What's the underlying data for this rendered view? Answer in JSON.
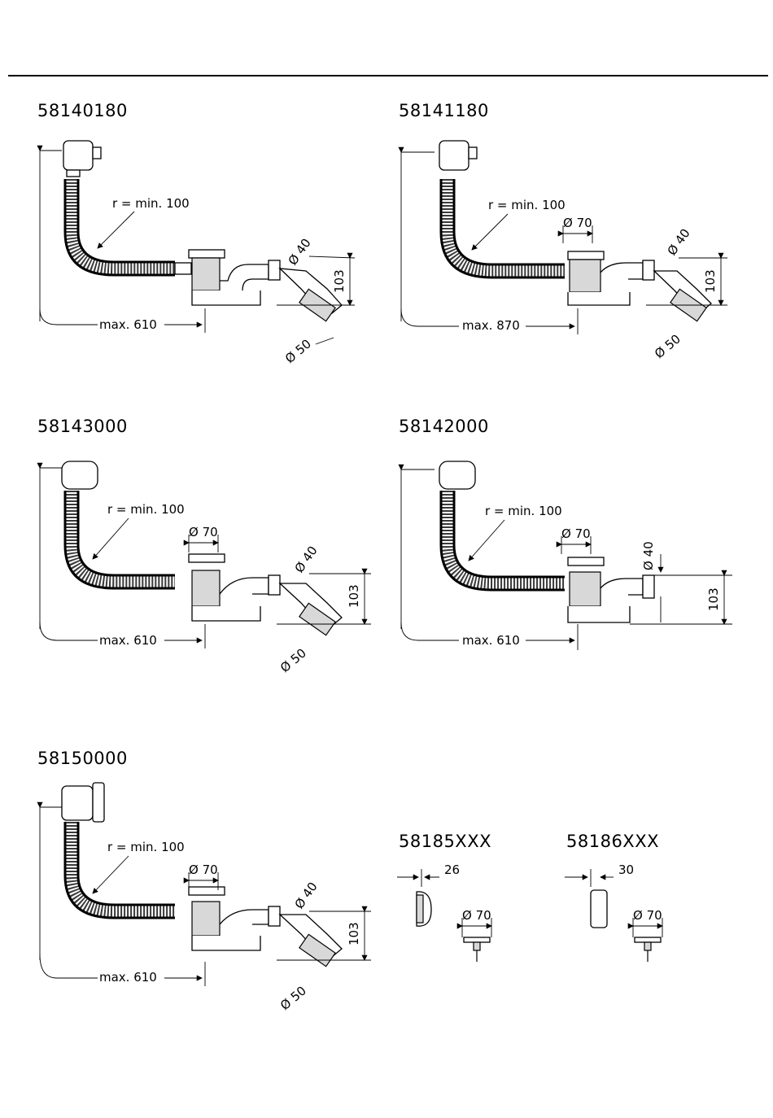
{
  "panels": [
    {
      "code": "58140180",
      "radius": "r = min. 100",
      "max": "max. 610",
      "d40": "Ø 40",
      "d50": "Ø 50",
      "h103": "103"
    },
    {
      "code": "58141180",
      "radius": "r = min. 100",
      "max": "max. 870",
      "d70": "Ø 70",
      "d40": "Ø 40",
      "d50": "Ø 50",
      "h103": "103"
    },
    {
      "code": "58143000",
      "radius": "r = min. 100",
      "max": "max. 610",
      "d70": "Ø 70",
      "d40": "Ø 40",
      "d50": "Ø 50",
      "h103": "103"
    },
    {
      "code": "58142000",
      "radius": "r = min. 100",
      "max": "max. 610",
      "d70": "Ø 70",
      "d40": "Ø 40",
      "h103": "103"
    },
    {
      "code": "58150000",
      "radius": "r = min. 100",
      "max": "max. 610",
      "d70": "Ø 70",
      "d40": "Ø 40",
      "d50": "Ø 50",
      "h103": "103"
    }
  ],
  "accessories": [
    {
      "code": "58185XXX",
      "width": "26",
      "d70": "Ø 70"
    },
    {
      "code": "58186XXX",
      "width": "30",
      "d70": "Ø 70"
    }
  ]
}
